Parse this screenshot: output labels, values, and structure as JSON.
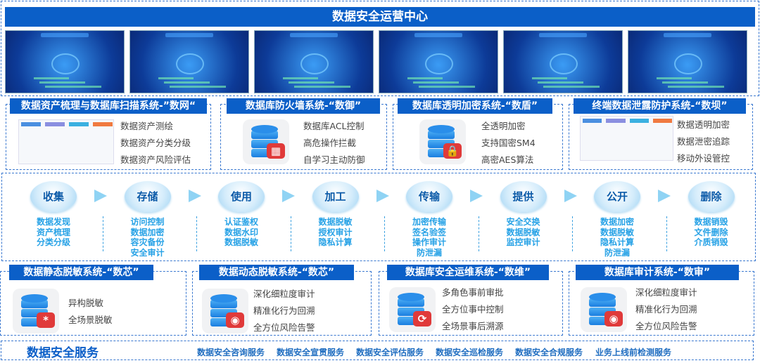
{
  "title": "数据安全运营中心",
  "colors": {
    "primary": "#0b5fc8",
    "lifecycle_text": "#27a2e6",
    "accent_red": "#e03a3a"
  },
  "thumbnails": 6,
  "top_systems": [
    {
      "title": "数据资产梳理与数据库扫描系统-”数网“",
      "features": [
        "数据资产测绘",
        "数据资产分类分级",
        "数据资产风险评估"
      ],
      "icon": "dashboard-screenshot"
    },
    {
      "title": "数据库防火墙系统-“数御”",
      "features": [
        "数据库ACL控制",
        "高危操作拦截",
        "自学习主动防御"
      ],
      "icon": "database-firewall-icon"
    },
    {
      "title": "数据库透明加密系统-“数盾”",
      "features": [
        "全透明加密",
        "支持国密SM4",
        "高密AES算法"
      ],
      "icon": "database-lock-icon"
    },
    {
      "title": "终端数据泄露防护系统-“数坝”",
      "features": [
        "数据透明加密",
        "数据泄密追踪",
        "移动外设管控"
      ],
      "icon": "dashboard-screenshot"
    }
  ],
  "lifecycle": [
    {
      "stage": "收集",
      "items": [
        "数据发现",
        "资产梳理",
        "分类分级"
      ]
    },
    {
      "stage": "存储",
      "items": [
        "访问控制",
        "数据加密",
        "容灾备份",
        "安全审计"
      ]
    },
    {
      "stage": "使用",
      "items": [
        "认证鉴权",
        "数据水印",
        "数据脱敏"
      ]
    },
    {
      "stage": "加工",
      "items": [
        "数据脱敏",
        "授权审计",
        "隐私计算"
      ]
    },
    {
      "stage": "传输",
      "items": [
        "加密传输",
        "签名验签",
        "操作审计",
        "防泄漏"
      ]
    },
    {
      "stage": "提供",
      "items": [
        "安全交换",
        "数据脱敏",
        "监控审计"
      ]
    },
    {
      "stage": "公开",
      "items": [
        "数据加密",
        "数据脱敏",
        "隐私计算",
        "防泄漏"
      ]
    },
    {
      "stage": "删除",
      "items": [
        "数据销毁",
        "文件删除",
        "介质销毁"
      ]
    }
  ],
  "bottom_systems": [
    {
      "title": "数据静态脱敏系统-“数芯”",
      "features": [
        "异构脱敏",
        "全场景脱敏"
      ],
      "icon": "database-asterisk-icon"
    },
    {
      "title": "数据动态脱敏系统-“数芯”",
      "features": [
        "深化细粒度审计",
        "精准化行为回溯",
        "全方位风险告警"
      ],
      "icon": "database-eye-icon"
    },
    {
      "title": "数据库安全运维系统-“数维”",
      "features": [
        "多角色事前审批",
        "全方位事中控制",
        "全场景事后溯源"
      ],
      "icon": "database-workflow-icon"
    },
    {
      "title": "数据库审计系统-“数审”",
      "features": [
        "深化细粒度审计",
        "精准化行为回溯",
        "全方位风险告警"
      ],
      "icon": "database-eye-icon"
    }
  ],
  "services": {
    "title": "数据安全服务",
    "items": [
      "数据安全咨询服务",
      "数据安全宣贯服务",
      "数据安全评估服务",
      "数据安全巡检服务",
      "数据安全合规服务",
      "业务上线前检测服务"
    ]
  }
}
